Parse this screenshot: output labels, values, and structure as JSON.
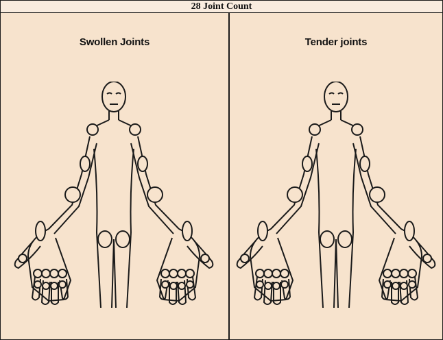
{
  "title": "28 Joint Count",
  "panels": [
    {
      "id": "swollen",
      "label": "Swollen Joints"
    },
    {
      "id": "tender",
      "label": "Tender joints"
    }
  ]
}
